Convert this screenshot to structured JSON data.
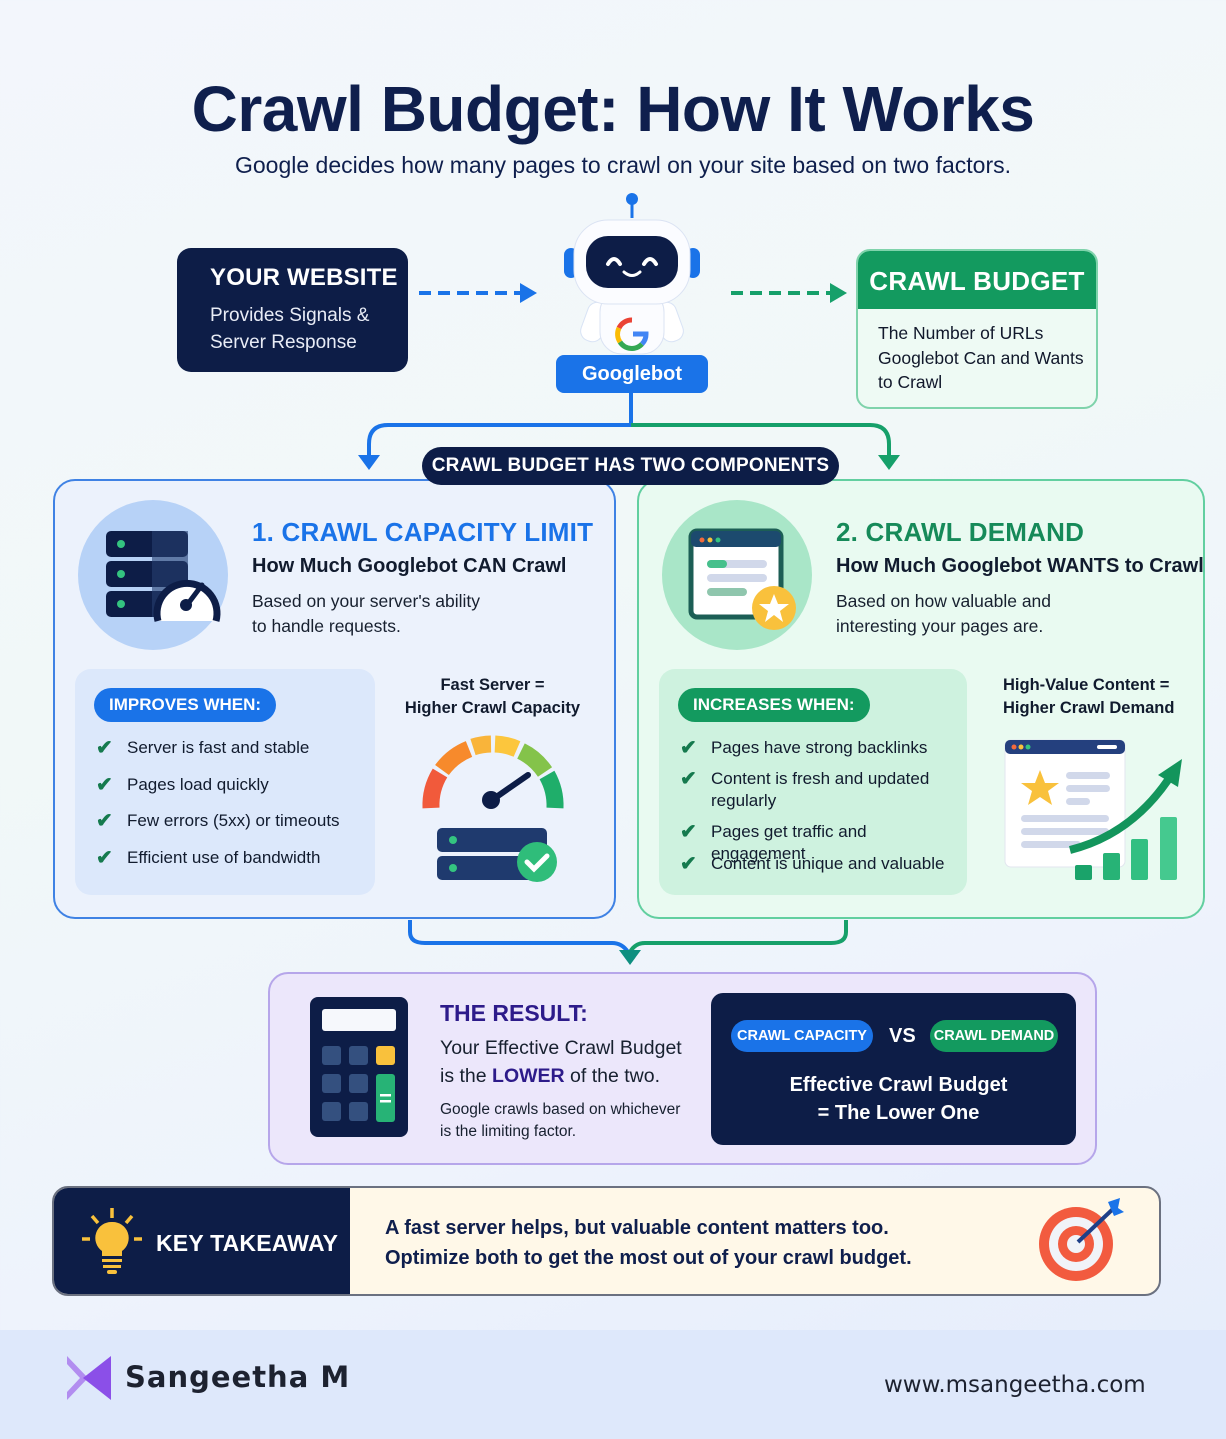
{
  "header": {
    "title": "Crawl Budget: How It Works",
    "subtitle": "Google decides how many pages to crawl on your site based on two factors."
  },
  "flow": {
    "website": {
      "title": "YOUR WEBSITE",
      "line1": "Provides Signals &",
      "line2": "Server Response"
    },
    "googlebot": {
      "label": "Googlebot",
      "icon": "robot-icon",
      "logo": "google-g-icon"
    },
    "crawl_budget": {
      "title": "CRAWL BUDGET",
      "line1": "The Number of URLs",
      "line2": "Googlebot Can and Wants",
      "line3": "to Crawl"
    },
    "components_label": "CRAWL BUDGET HAS TWO COMPONENTS"
  },
  "capacity": {
    "title": "1. CRAWL CAPACITY LIMIT",
    "subtitle": "How Much Googlebot CAN Crawl",
    "desc1": "Based on your server's ability",
    "desc2": "to handle requests.",
    "badge": "IMPROVES WHEN:",
    "items": [
      "Server is fast and stable",
      "Pages load quickly",
      "Few errors (5xx) or timeouts",
      "Efficient use of bandwidth"
    ],
    "caption1": "Fast Server =",
    "caption2": "Higher Crawl Capacity",
    "accent": "#1a73e8"
  },
  "demand": {
    "title": "2. CRAWL DEMAND",
    "subtitle": "How Much Googlebot WANTS to Crawl",
    "desc1": "Based on how valuable and",
    "desc2": "interesting your pages are.",
    "badge": "INCREASES WHEN:",
    "items": [
      "Pages have strong backlinks",
      "Content is fresh and updated regularly",
      "Pages get traffic and engagement",
      "Content is unique and valuable"
    ],
    "caption1": "High-Value Content =",
    "caption2": "Higher Crawl Demand",
    "accent": "#139a5f"
  },
  "result": {
    "title": "THE RESULT:",
    "main1": "Your Effective Crawl Budget",
    "main2_pre": "is the ",
    "main2_em": "LOWER",
    "main2_post": " of the two.",
    "small1": "Google crawls based on whichever",
    "small2": "is the limiting factor.",
    "chip_capacity": "CRAWL CAPACITY",
    "vs": "VS",
    "chip_demand": "CRAWL DEMAND",
    "effective1": "Effective Crawl Budget",
    "effective2": "= The Lower One"
  },
  "takeaway": {
    "label": "KEY TAKEAWAY",
    "line1": "A fast server helps, but valuable content matters too.",
    "line2": "Optimize both to get the most out of your crawl budget."
  },
  "footer": {
    "brand": "Sangeetha M",
    "url": "www.msangeetha.com"
  }
}
